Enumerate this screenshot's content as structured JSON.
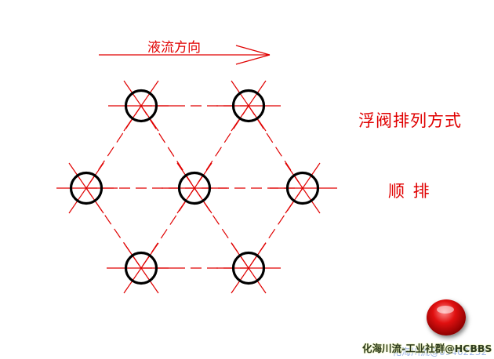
{
  "flow_label": "液流方向",
  "title": "浮阀排列方式",
  "arrangement": "顺 排",
  "watermark_back": "化海川流@09462232",
  "watermark_front": "化海川流-工业社群@HCBBS",
  "colors": {
    "line": "#e00000",
    "valve": "#000000",
    "text": "#e00000"
  },
  "valve_rows": [
    {
      "count": 2
    },
    {
      "count": 3
    },
    {
      "count": 2
    }
  ],
  "logo_icon": "red-round-button-icon"
}
